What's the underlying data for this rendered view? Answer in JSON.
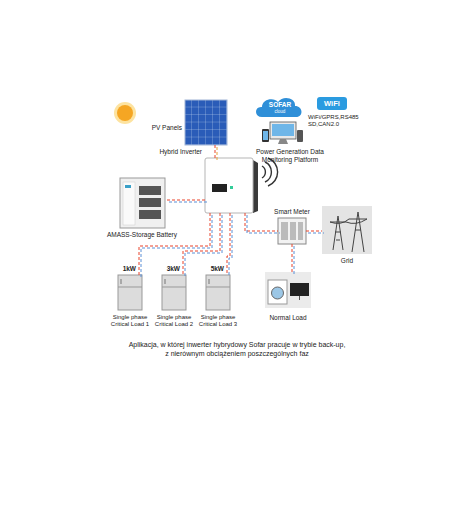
{
  "diagram": {
    "caption": "Aplikacja, w której inwerter hybrydowy Sofar pracuje w trybie back-up, z nierównym obciążeniem poszczególnych faz",
    "nodes": [
      {
        "text": [
          "PV Panels"
        ]
      },
      {
        "text": [
          "Hybrid Inverter"
        ]
      },
      {
        "text": [
          "Power Generation Data Monitoring Platform"
        ]
      },
      {
        "text": [
          "AMASS-Storage Battery"
        ]
      },
      {
        "text": [
          "Smart Meter"
        ]
      },
      {
        "text": [
          "Grid"
        ]
      },
      {
        "text": [
          "1kW",
          "Single phase Critical Load 1"
        ]
      },
      {
        "text": [
          "3kW",
          "Single phase Critical Load 2"
        ]
      },
      {
        "text": [
          "5kW",
          "Single phase Critical Load 3"
        ]
      },
      {
        "text": [
          "Normal Load"
        ]
      }
    ],
    "edges": [
      {
        "from": 1,
        "to": 0,
        "arrow": "none"
      },
      {
        "from": 1,
        "to": 3,
        "arrow": "none"
      },
      {
        "from": 1,
        "to": 6,
        "arrow": "none"
      },
      {
        "from": 1,
        "to": 7,
        "arrow": "none"
      },
      {
        "from": 1,
        "to": 8,
        "arrow": "none"
      },
      {
        "from": 1,
        "to": 4,
        "arrow": "none"
      },
      {
        "from": 4,
        "to": 5,
        "arrow": "none"
      },
      {
        "from": 4,
        "to": 9,
        "arrow": "none"
      }
    ],
    "labels": [
      "SOFAR",
      "cloud",
      "WiFi",
      "WiFi/GPRS,RS485 SD,CAN2.0"
    ]
  }
}
